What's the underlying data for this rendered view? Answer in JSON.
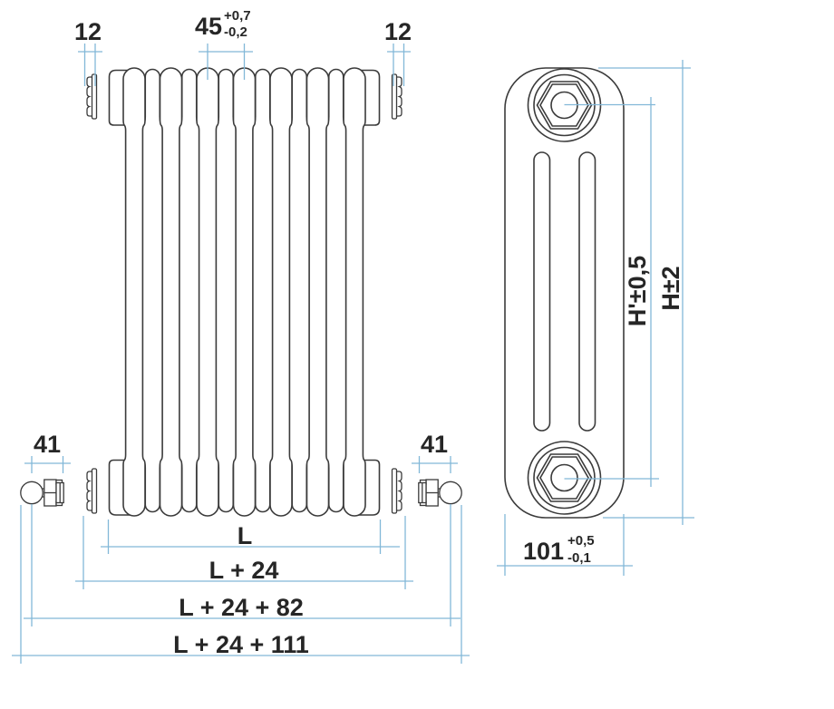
{
  "drawing": {
    "background_color": "#ffffff",
    "outline_color": "#3b3b3b",
    "dimension_line_color": "#82b8d8",
    "label_color": "#262626",
    "dimensions": {
      "bracket_offset_top_left": "12",
      "bracket_offset_top_right": "12",
      "section_pitch": {
        "value": "45",
        "tolerance_plus": "+0,7",
        "tolerance_minus": "-0,2"
      },
      "valve_centre_left": "41",
      "valve_centre_right": "41",
      "length": "L",
      "length_with_brackets": "L + 24",
      "length_to_valve_centres": "L + 24 + 82",
      "length_overall": "L + 24 + 111",
      "section_depth": {
        "value": "101",
        "tolerance_plus": "+0,5",
        "tolerance_minus": "-0,1"
      },
      "height_between_tappings": "H'±0,5",
      "height_overall": "H±2"
    }
  }
}
